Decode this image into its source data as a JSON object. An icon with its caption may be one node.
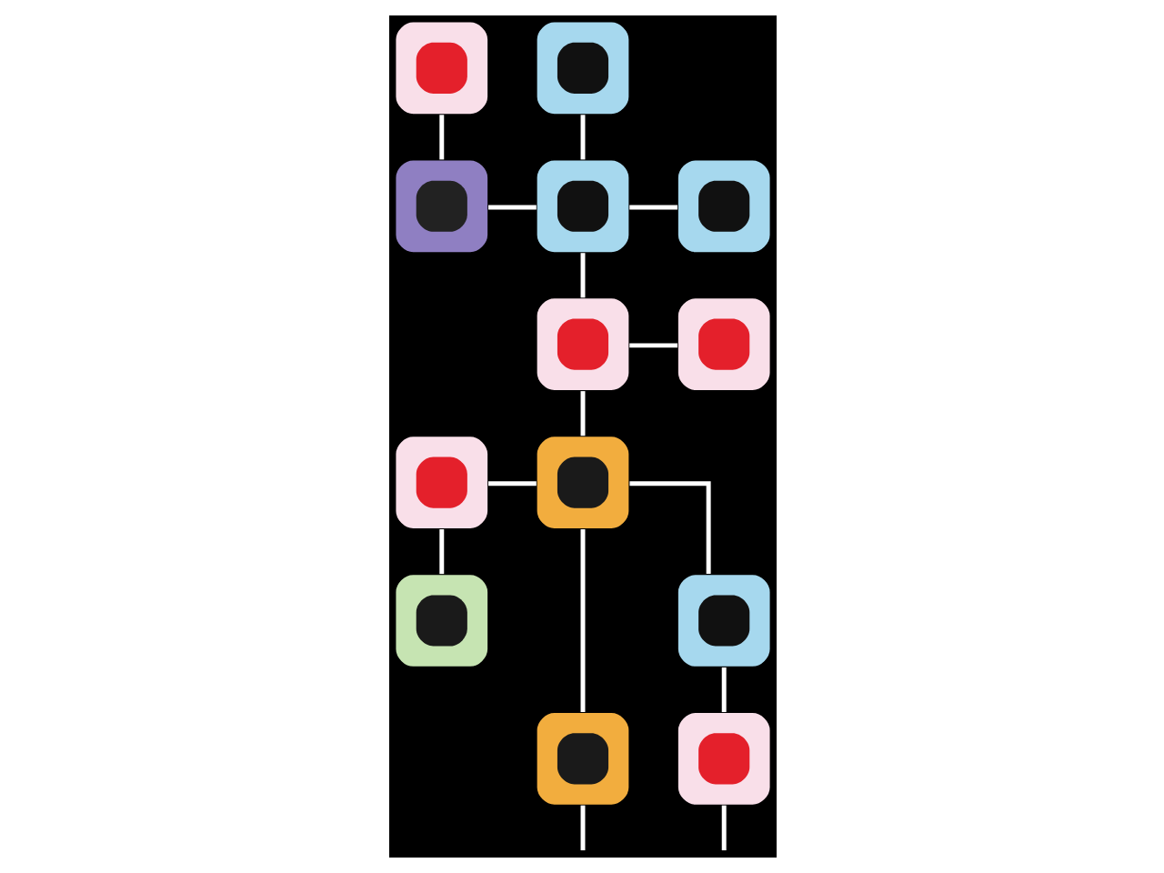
{
  "diagram": {
    "nodes": [
      {
        "text": [],
        "shape": "picture"
      },
      {
        "text": [],
        "shape": "picture"
      },
      {
        "text": [],
        "shape": "picture"
      },
      {
        "text": [],
        "shape": "picture"
      },
      {
        "text": [],
        "shape": "picture"
      },
      {
        "text": [],
        "shape": "picture"
      },
      {
        "text": [],
        "shape": "picture"
      },
      {
        "text": [],
        "shape": "picture"
      },
      {
        "text": [],
        "shape": "picture"
      },
      {
        "text": [],
        "shape": "picture"
      },
      {
        "text": [],
        "shape": "picture"
      },
      {
        "text": [],
        "shape": "picture"
      },
      {
        "text": [],
        "shape": "picture"
      }
    ],
    "edges": [
      {
        "from": 0,
        "to": 2,
        "arrow": "none"
      },
      {
        "from": 1,
        "to": 3,
        "arrow": "none"
      },
      {
        "from": 2,
        "to": 3,
        "arrow": "none"
      },
      {
        "from": 3,
        "to": 4,
        "arrow": "none"
      },
      {
        "from": 3,
        "to": 5,
        "arrow": "none"
      },
      {
        "from": 5,
        "to": 6,
        "arrow": "none"
      },
      {
        "from": 5,
        "to": 8,
        "arrow": "none"
      },
      {
        "from": 7,
        "to": 8,
        "arrow": "none"
      },
      {
        "from": 7,
        "to": 9,
        "arrow": "none"
      },
      {
        "from": 8,
        "to": 10,
        "arrow": "none"
      },
      {
        "from": 8,
        "to": 11,
        "arrow": "none"
      },
      {
        "from": 10,
        "to": 12,
        "arrow": "none"
      },
      {
        "from": 11,
        "to": null,
        "arrow": "none"
      },
      {
        "from": 12,
        "to": null,
        "arrow": "none"
      }
    ]
  }
}
